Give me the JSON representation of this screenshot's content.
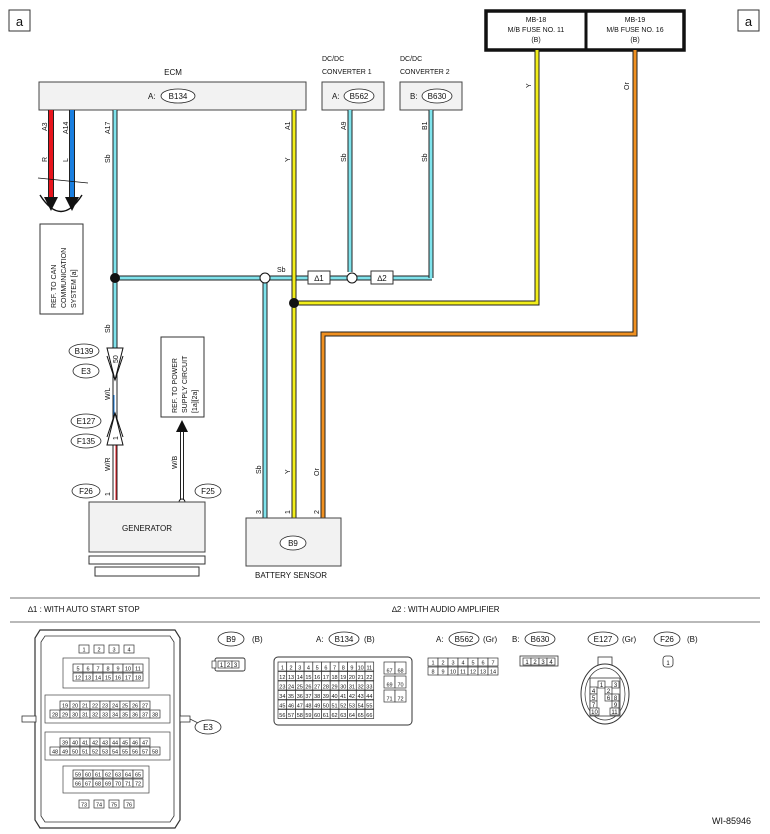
{
  "corner_labels": [
    "a",
    "a"
  ],
  "fuses": [
    {
      "line1": "MB-18",
      "line2": "M/B FUSE NO. 11",
      "line3": "(B)"
    },
    {
      "line1": "MB-19",
      "line2": "M/B FUSE NO. 16",
      "line3": "(B)"
    }
  ],
  "ecm": {
    "title": "ECM",
    "prefix": "A:",
    "connector": "B134"
  },
  "dcdc1": {
    "title1": "DC/DC",
    "title2": "CONVERTER 1",
    "prefix": "A:",
    "connector": "B562"
  },
  "dcdc2": {
    "title1": "DC/DC",
    "title2": "CONVERTER 2",
    "prefix": "B:",
    "connector": "B630"
  },
  "wires": {
    "a3": {
      "pin": "A3",
      "color": "R"
    },
    "a14": {
      "pin": "A14",
      "color": "L"
    },
    "a17": {
      "pin": "A17",
      "color": "Sb"
    },
    "a1": {
      "pin": "A1",
      "color": "Y"
    },
    "a9": {
      "pin": "A9",
      "color": "Sb"
    },
    "b1": {
      "pin": "B1",
      "color": "Sb"
    },
    "fuse_y": "Y",
    "fuse_or": "Or",
    "bus_sb": "Sb",
    "down_sb": "Sb",
    "wl": "W/L",
    "wr": "W/R",
    "wb": "W/B",
    "bat_sb": "Sb",
    "bat_y": "Y",
    "bat_or": "Or"
  },
  "ref_can": [
    "REF. TO CAN",
    "COMMUNICATION",
    "SYSTEM [a]"
  ],
  "ref_power": [
    "REF. TO POWER",
    "SUPPLY CIRCUIT",
    "[1a][2a]"
  ],
  "splices": {
    "s1": "∆1",
    "s2": "∆2"
  },
  "connectors": {
    "b139": "B139",
    "e3": "E3",
    "pin50": "50",
    "e127": "E127",
    "f135": "F135",
    "pin1": "1",
    "f26": "F26",
    "f25": "F25",
    "f26_pin": "1"
  },
  "generator": {
    "label": "GENERATOR"
  },
  "battery_sensor": {
    "label": "BATTERY SENSOR",
    "connector": "B9",
    "pins": [
      "3",
      "1",
      "2"
    ]
  },
  "notes": {
    "n1": "∆1  : WITH AUTO START STOP",
    "n2": "∆2  : WITH AUDIO AMPLIFIER"
  },
  "views": {
    "e3": "E3",
    "b9": {
      "name": "B9",
      "color": "(B)"
    },
    "b134": {
      "prefix": "A:",
      "name": "B134",
      "color": "(B)"
    },
    "b562": {
      "prefix": "A:",
      "name": "B562",
      "color": "(Gr)"
    },
    "b630": {
      "prefix": "B:",
      "name": "B630"
    },
    "e127": {
      "name": "E127",
      "color": "(Gr)"
    },
    "f26": {
      "name": "F26",
      "color": "(B)"
    }
  },
  "doc_id": "WI-85946",
  "colors": {
    "red": "#e8141c",
    "blue": "#1a7fe0",
    "sky": "#7fe3ec",
    "yellow": "#f2ee1a",
    "orange": "#f09020"
  }
}
